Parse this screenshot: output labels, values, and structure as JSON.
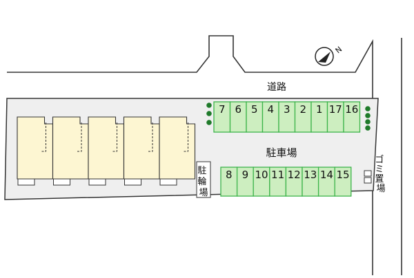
{
  "map": {
    "road_label": "道路",
    "parking_label": "駐車場",
    "bicycle_parking_label": "駐輪場",
    "garbage_label": "ゴミ置場",
    "compass_icon": "north-arrow-icon",
    "compass_letter": "N"
  },
  "parking": {
    "top_row": [
      "7",
      "6",
      "5",
      "4",
      "3",
      "2",
      "1",
      "17",
      "16"
    ],
    "bottom_row": [
      "8",
      "9",
      "10",
      "11",
      "12",
      "13",
      "14",
      "15"
    ]
  },
  "building": {
    "unit_count": 5
  },
  "colors": {
    "stall_fill": "#cdeec0",
    "stall_stroke": "#3cb44a",
    "building_fill": "#fdf6d2",
    "lot_fill": "#efefef",
    "tree": "#1f7a2a",
    "line": "#333333"
  }
}
